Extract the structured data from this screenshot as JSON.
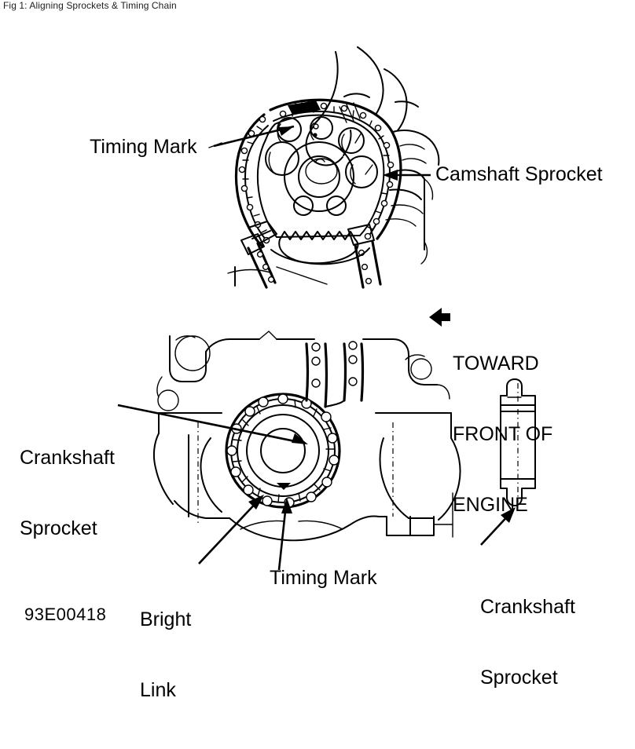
{
  "header": {
    "figure_caption": "Fig 1: Aligning Sprockets & Timing Chain"
  },
  "figure": {
    "code": "93E00418",
    "labels": {
      "timing_mark_top": "Timing Mark",
      "camshaft_sprocket": "Camshaft Sprocket",
      "toward_front_line1": "TOWARD",
      "toward_front_line2": "FRONT OF",
      "toward_front_line3": "ENGINE",
      "crankshaft_sprocket_left_line1": "Crankshaft",
      "crankshaft_sprocket_left_line2": "Sprocket",
      "bright_link_line1": "Bright",
      "bright_link_line2": "Link",
      "timing_mark_bottom": "Timing Mark",
      "crankshaft_sprocket_right_line1": "Crankshaft",
      "crankshaft_sprocket_right_line2": "Sprocket"
    },
    "colors": {
      "ink": "#000000",
      "background": "#ffffff",
      "header_text": "#1c1c1c"
    },
    "panels": [
      {
        "name": "camshaft-sprocket-view",
        "description": "Camshaft sprocket with timing chain, hand holding chain, timing mark hatched on sprocket rim"
      },
      {
        "name": "crankshaft-sprocket-view",
        "description": "Crankshaft sprocket with timing chain on engine block, bright link and timing mark indicated"
      },
      {
        "name": "crankshaft-sprocket-profile",
        "description": "Side profile detail of crankshaft sprocket"
      }
    ]
  }
}
